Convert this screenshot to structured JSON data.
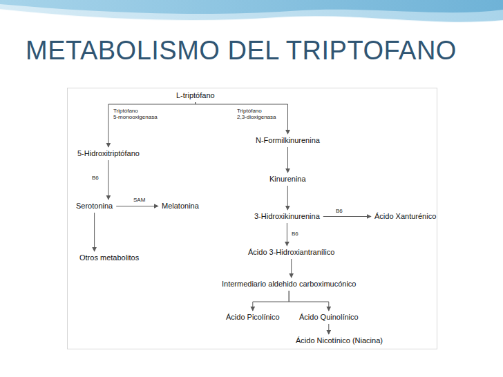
{
  "diagram": {
    "title": "METABOLISMO DEL TRIPTOFANO",
    "nodes": [
      {
        "text": [
          "L-triptófano"
        ]
      },
      {
        "text": [
          "5-Hidroxitriptófano"
        ]
      },
      {
        "text": [
          "Serotonina"
        ]
      },
      {
        "text": [
          "Melatonina"
        ]
      },
      {
        "text": [
          "Otros metabolitos"
        ]
      },
      {
        "text": [
          "N-Formilkinurenina"
        ]
      },
      {
        "text": [
          "Kinurenina"
        ]
      },
      {
        "text": [
          "3-Hidroxikinurenina"
        ]
      },
      {
        "text": [
          "Ácido Xanturénico"
        ]
      },
      {
        "text": [
          "Ácido 3-Hidroxiantranílico"
        ]
      },
      {
        "text": [
          "Intermediario aldehido carboximucónico"
        ]
      },
      {
        "text": [
          "Ácido Picolínico"
        ]
      },
      {
        "text": [
          "Ácido Quinolínico"
        ]
      },
      {
        "text": [
          "Ácido Nicotínico (Niacina)"
        ]
      }
    ],
    "edges": [
      {
        "from": 0,
        "to": 1,
        "arrow": "to",
        "label": "Triptófano 5-monooxigenasa"
      },
      {
        "from": 0,
        "to": 5,
        "arrow": "to",
        "label": "Triptófano 2,3-dioxigenasa"
      },
      {
        "from": 1,
        "to": 2,
        "arrow": "to",
        "label": "B6"
      },
      {
        "from": 2,
        "to": 3,
        "arrow": "to",
        "label": "SAM"
      },
      {
        "from": 2,
        "to": 4,
        "arrow": "to"
      },
      {
        "from": 5,
        "to": 6,
        "arrow": "to"
      },
      {
        "from": 6,
        "to": 7,
        "arrow": "to"
      },
      {
        "from": 7,
        "to": 8,
        "arrow": "to",
        "label": "B6"
      },
      {
        "from": 7,
        "to": 9,
        "arrow": "to",
        "label": "B6"
      },
      {
        "from": 9,
        "to": 10,
        "arrow": "to"
      },
      {
        "from": 10,
        "to": 11,
        "arrow": "to"
      },
      {
        "from": 10,
        "to": 12,
        "arrow": "to"
      },
      {
        "from": 12,
        "to": 13,
        "arrow": "to"
      }
    ]
  }
}
